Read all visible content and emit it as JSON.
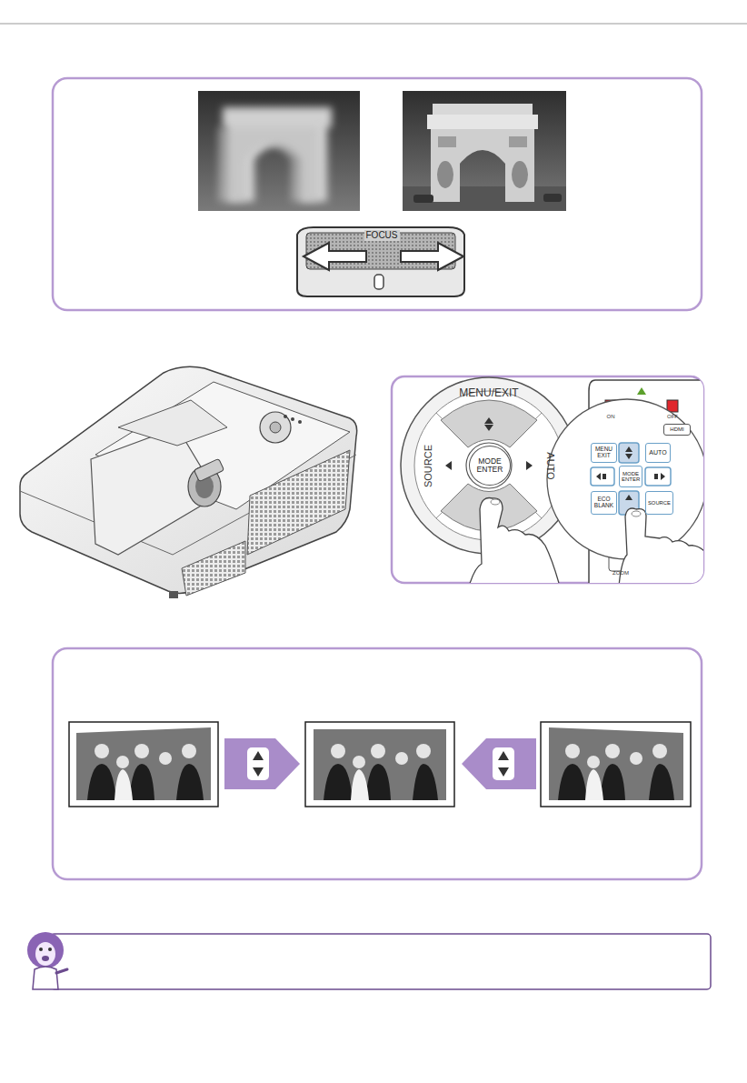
{
  "diagram": {
    "nodes": [
      {
        "text": [
          "MODE ENTER"
        ]
      },
      {
        "text": [
          "HDMI"
        ]
      },
      {
        "text": [
          "MENU EXIT"
        ]
      },
      {
        "text": [
          "AUTO"
        ]
      },
      {
        "text": [
          "MODE ENTER"
        ]
      },
      {
        "text": [
          "ECO BLANK"
        ]
      },
      {
        "text": [
          "SOURCE"
        ]
      }
    ],
    "labels": [
      "FOCUS",
      "MENU/EXIT",
      "SOURCE",
      "AUTO",
      "ON",
      "OFF",
      "ZOOM"
    ]
  }
}
